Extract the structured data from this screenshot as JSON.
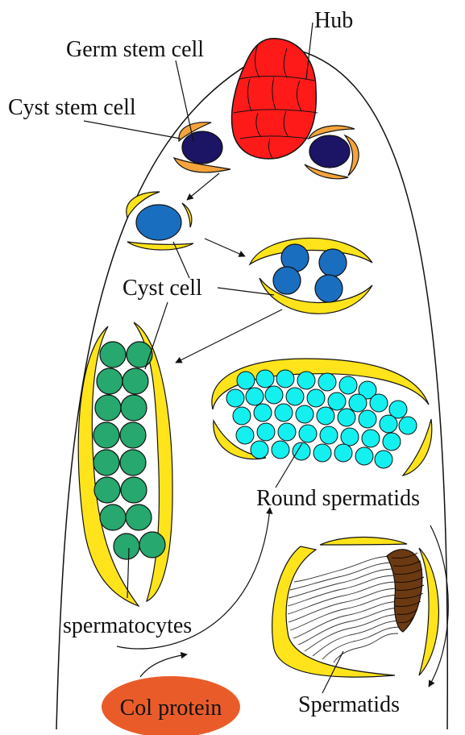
{
  "labels": {
    "hub": "Hub",
    "germ_stem_cell": "Germ stem cell",
    "cyst_stem_cell": "Cyst stem cell",
    "cyst_cell": "Cyst cell",
    "round_spermatids": "Round spermatids",
    "spermatocytes": "spermatocytes",
    "col_protein": "Col protein",
    "spermatids": "Spermatids"
  },
  "colors": {
    "hub": "#ff1a1a",
    "germ_stem_cell": "#1c1464",
    "cyst_stem_cell": "#f5a43c",
    "cyst_cell": "#ffe41c",
    "gonialblast": "#1a6ec0",
    "spermatocyte": "#27a86e",
    "round_spermatid": "#14f0f0",
    "spermatid_head": "#6b3a12",
    "col_protein": "#e95c2a",
    "outline": "#111111"
  }
}
